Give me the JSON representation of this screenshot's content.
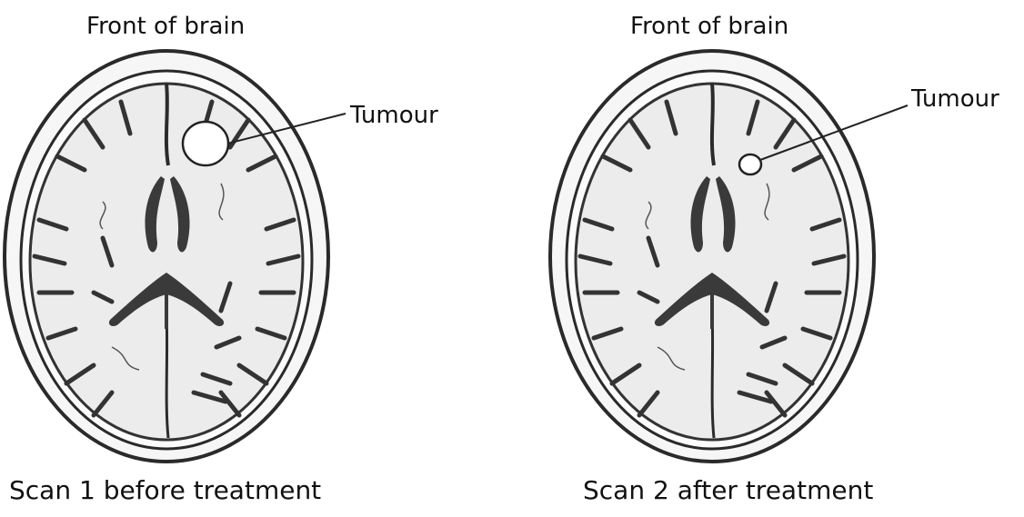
{
  "panels": [
    {
      "heading": "Front of brain",
      "tumour_label": "Tumour",
      "caption": "Scan 1 before treatment"
    },
    {
      "heading": "Front of brain",
      "tumour_label": "Tumour",
      "caption": "Scan 2 after treatment"
    }
  ],
  "colors": {
    "ink": "#222222",
    "skull_fill": "#f2f2f2",
    "tissue_fill": "#e9e9e9",
    "tumour_fill": "#ffffff"
  }
}
